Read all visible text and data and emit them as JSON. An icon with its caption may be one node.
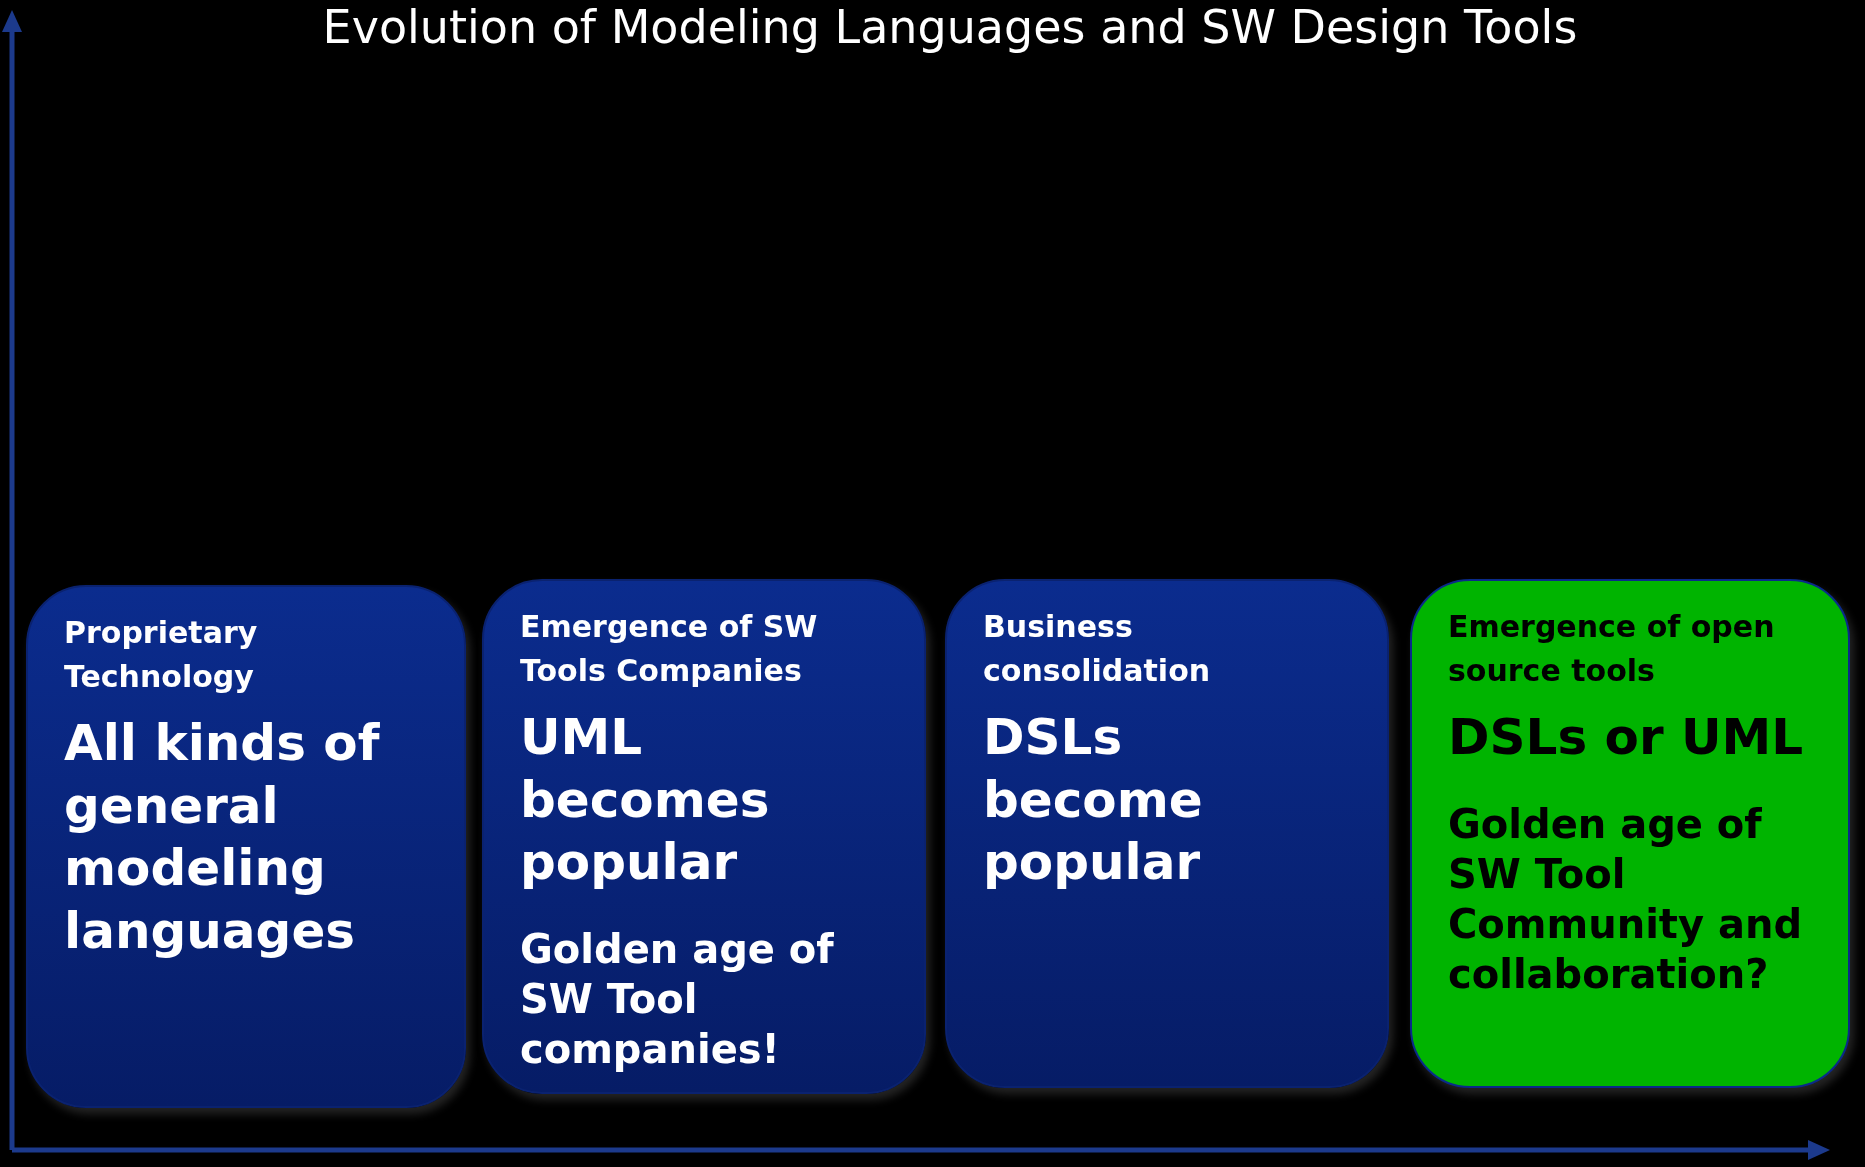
{
  "diagram": {
    "title": "Evolution of Modeling Languages and SW Design Tools",
    "nodes": [
      {
        "text": [
          "Proprietary Technology",
          "All kinds of general modeling languages"
        ]
      },
      {
        "text": [
          "Emergence of SW Tools Companies",
          "UML becomes popular",
          "Golden age of SW Tool companies!"
        ]
      },
      {
        "text": [
          "Business consolidation",
          "DSLs become popular"
        ]
      },
      {
        "text": [
          "Emergence of open source tools",
          "DSLs or UML",
          "Golden age of SW Tool Community and collaboration?"
        ]
      }
    ]
  }
}
